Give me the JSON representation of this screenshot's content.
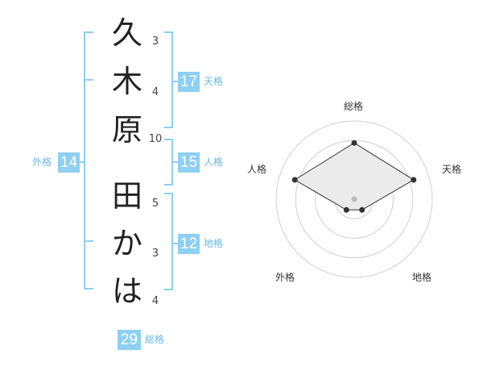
{
  "name_characters": [
    {
      "char": "久",
      "strokes": "3"
    },
    {
      "char": "木",
      "strokes": "4"
    },
    {
      "char": "原",
      "strokes": "10"
    },
    {
      "char": "田",
      "strokes": "5"
    },
    {
      "char": "か",
      "strokes": "3"
    },
    {
      "char": "は",
      "strokes": "4"
    }
  ],
  "fortune": {
    "tenkaku": {
      "value": "17",
      "label": "天格"
    },
    "jinkaku": {
      "value": "15",
      "label": "人格"
    },
    "chikaku": {
      "value": "12",
      "label": "地格"
    },
    "gaikaku": {
      "value": "14",
      "label": "外格"
    },
    "soukaku": {
      "value": "29",
      "label": "総格"
    }
  },
  "chart_data": {
    "type": "radar",
    "axes": [
      "総格",
      "天格",
      "地格",
      "外格",
      "人格"
    ],
    "values": [
      0.72,
      0.8,
      0.17,
      0.17,
      0.8
    ],
    "rings": 4,
    "colors": {
      "fill": "#ebebeb",
      "line": "#333333",
      "grid": "#cfcfcf",
      "center": "#bbbbbb"
    }
  },
  "colors": {
    "accent": "#8ecff2"
  }
}
